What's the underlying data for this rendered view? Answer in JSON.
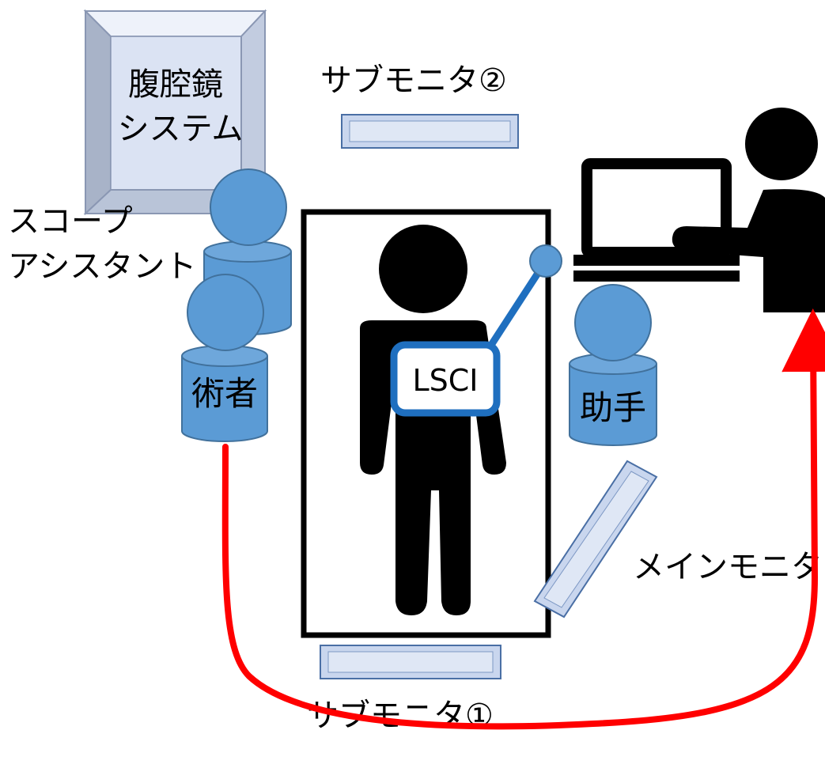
{
  "labels": {
    "laparoscope_system": [
      "腹腔鏡",
      "システム"
    ],
    "sub_monitor_2": "サブモニタ②",
    "scope_assistant": [
      "スコープ",
      "アシスタント"
    ],
    "surgeon": "術者",
    "lsci": "LSCI",
    "assistant": "助手",
    "main_monitor": "メインモニタ",
    "sub_monitor_1": "サブモニタ①"
  },
  "colors": {
    "person_blue": "#5b9bd5",
    "person_blue_dark": "#41719c",
    "monitor_fill": "#c9d6ee",
    "monitor_edge": "#4a6fa5",
    "cabinet_front": "#dbe3f3",
    "cabinet_side": "#a8b3c8",
    "cable_blue": "#1f6fbf",
    "arrow_red": "#ff0000",
    "black": "#000000"
  }
}
